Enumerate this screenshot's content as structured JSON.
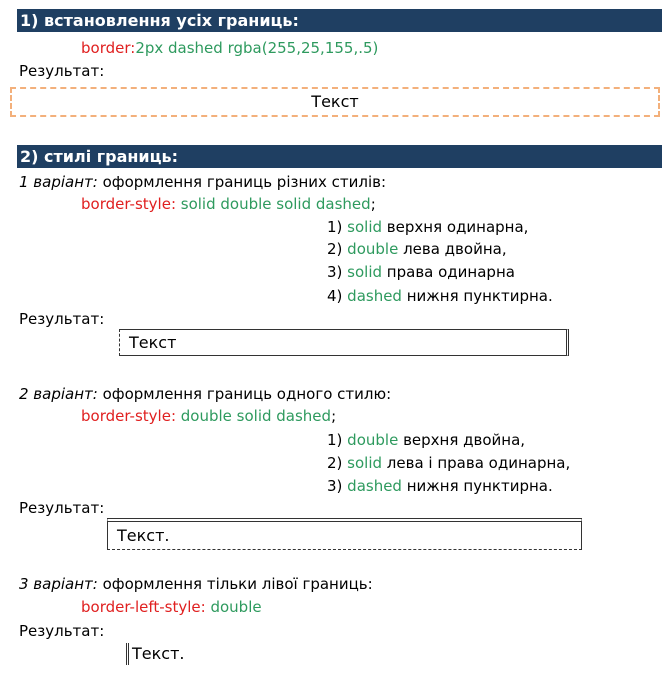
{
  "section1": {
    "header": "1) встановлення усіх границь:",
    "prop": "border:",
    "value": "2px dashed rgba(255,25,155,.5)",
    "result_label": "Результат:",
    "demo_text": "Текст"
  },
  "section2": {
    "header": "2) стилі границь:",
    "v1": {
      "variant": "1 варіант:",
      "desc": " оформлення границь різних стилів:",
      "prop": "border-style:",
      "value": " solid double solid dashed",
      "semi": ";",
      "list": [
        {
          "num": "1) ",
          "kw": "solid",
          "text": " верхня одинарна,"
        },
        {
          "num": "2) ",
          "kw": "double",
          "text": " лева двойна,"
        },
        {
          "num": "3) ",
          "kw": "solid",
          "text": " права одинарна"
        },
        {
          "num": "4) ",
          "kw": "dashed",
          "text": " нижня пунктирна."
        }
      ],
      "result_label": "Результат:",
      "demo_text": "Текст"
    },
    "v2": {
      "variant": "2 варіант:",
      "desc": " оформлення границь одного стилю:",
      "prop": "border-style:",
      "value": " double solid dashed",
      "semi": ";",
      "list": [
        {
          "num": "1) ",
          "kw": "double",
          "text": " верхня двойна,"
        },
        {
          "num": "2) ",
          "kw": "solid",
          "text": " лева і права одинарна,"
        },
        {
          "num": "3) ",
          "kw": "dashed",
          "text": " нижня пунктирна."
        }
      ],
      "result_label": "Результат:",
      "demo_text": "Текст."
    },
    "v3": {
      "variant": "3 варіант:",
      "desc": " оформлення тільки лівої границь:",
      "prop": "border-left-style:",
      "value": " double",
      "result_label": "Результат:",
      "demo_text": "Текст."
    }
  },
  "colors": {
    "header_bg": "#1f3f62",
    "property": "#e02020",
    "value": "#2e9a5e"
  }
}
